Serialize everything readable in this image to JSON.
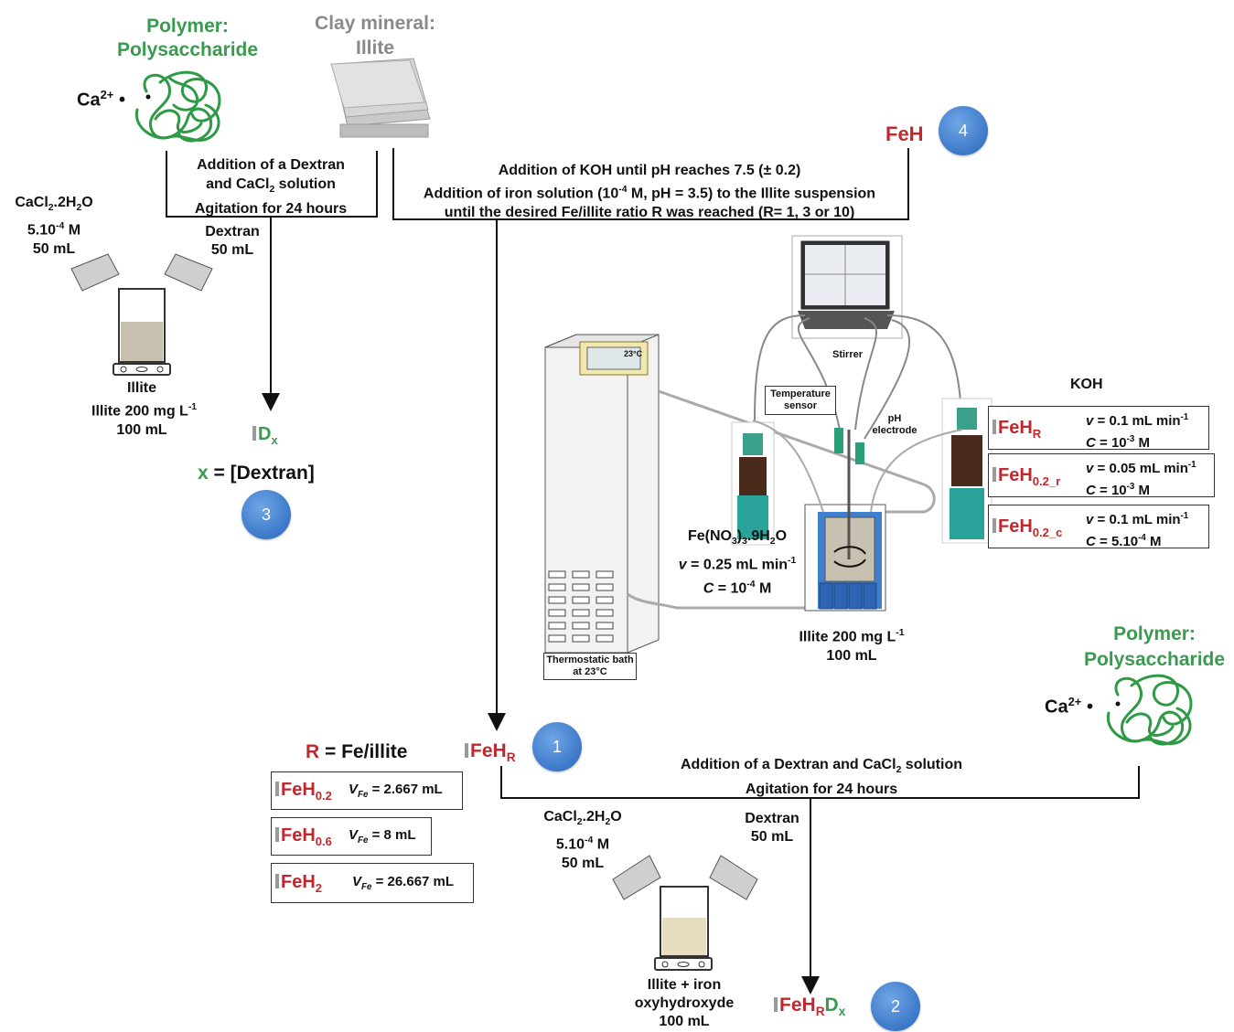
{
  "left": {
    "polymer_title": "Polymer:",
    "polymer_subtitle": "Polysaccharide",
    "ca_label": "Ca",
    "ca_charge": "2+",
    "clay_title": "Clay mineral:",
    "clay_subtitle": "Illite",
    "step_line1": "Addition of a Dextran",
    "step_line2a": "and CaCl",
    "step_line2_sub": "2",
    "step_line2b": " solution",
    "step_line3": "Agitation for 24 hours",
    "cacl_formula_a": "CaCl",
    "cacl_formula_sub1": "2",
    "cacl_formula_b": ".2H",
    "cacl_formula_sub2": "2",
    "cacl_formula_c": "O",
    "cacl_conc_a": "5.10",
    "cacl_conc_sup": "-4",
    "cacl_conc_b": " M",
    "cacl_vol": "50 mL",
    "dextran_label": "Dextran",
    "dextran_vol": "50 mL",
    "beaker_label": "Illite",
    "illite_conc_a": "Illite 200 mg L",
    "illite_conc_sup": "-1",
    "illite_vol": "100 mL",
    "product_a": "D",
    "product_sub": "x",
    "x_def_a": "x",
    "x_def_b": " = [Dextran]",
    "step_number": "3"
  },
  "top": {
    "feh_label": "FeH",
    "step_number": "4",
    "line1": "Addition of KOH until pH reaches 7.5 (± 0.2)",
    "line2a": "Addition of iron solution (10",
    "line2_sup": "-4",
    "line2b": " M, pH = 3.5)  to the Illite suspension",
    "line3": "until the desired Fe/illite ratio R was reached (R= 1, 3 or 10)"
  },
  "apparatus": {
    "stirrer": "Stirrer",
    "temp_sensor": "Temperature sensor",
    "ph_electrode": "pH electrode",
    "koh": "KOH",
    "bath_label": "Thermostatic bath at 23°C",
    "bath_display": "23°C",
    "fe_formula_a": "Fe(NO",
    "fe_formula_sub1": "3",
    "fe_formula_b": ")",
    "fe_formula_sub2": "3",
    "fe_formula_c": ".9H",
    "fe_formula_sub3": "2",
    "fe_formula_d": "O",
    "fe_rate_a": "v",
    "fe_rate_b": " = 0.25 mL min",
    "fe_rate_sup": "-1",
    "fe_conc_a": "C",
    "fe_conc_b": " = 10",
    "fe_conc_sup": "-4",
    "fe_conc_c": " M",
    "reactor_conc_a": "Illite 200 mg L",
    "reactor_conc_sup": "-1",
    "reactor_vol": "100 mL"
  },
  "koh_boxes": [
    {
      "name_a": "FeH",
      "name_sub": "R",
      "rate_a": "v",
      "rate_b": " = 0.1 mL min",
      "rate_sup": "-1",
      "conc_a": "C",
      "conc_b": " = 10",
      "conc_sup": "-3",
      "conc_c": " M"
    },
    {
      "name_a": "FeH",
      "name_sub": "0.2_r",
      "rate_a": "v",
      "rate_b": " = 0.05 mL min",
      "rate_sup": "-1",
      "conc_a": "C",
      "conc_b": " = 10",
      "conc_sup": "-3",
      "conc_c": " M"
    },
    {
      "name_a": "FeH",
      "name_sub": "0.2_c",
      "rate_a": "v",
      "rate_b": " = 0.1 mL min",
      "rate_sup": "-1",
      "conc_a": "C",
      "conc_b": " = 5.10",
      "conc_sup": "-4",
      "conc_c": " M"
    }
  ],
  "bottom": {
    "r_def_a": "R",
    "r_def_b": " = Fe/illite",
    "product1_a": "FeH",
    "product1_sub": "R",
    "step1": "1",
    "ratio_boxes": [
      {
        "name_a": "FeH",
        "name_sub": "0.2",
        "v_label": "V",
        "v_sub": "Fe",
        "v_val": " = 2.667 mL"
      },
      {
        "name_a": "FeH",
        "name_sub": "0.6",
        "v_label": "V",
        "v_sub": "Fe",
        "v_val": " = 8 mL"
      },
      {
        "name_a": "FeH",
        "name_sub": "2",
        "v_label": "V",
        "v_sub": "Fe",
        "v_val": " = 26.667 mL"
      }
    ],
    "step_line1a": "Addition of a Dextran and CaCl",
    "step_line1_sub": "2",
    "step_line1b": " solution",
    "step_line2": "Agitation for 24 hours",
    "polymer_title": "Polymer:",
    "polymer_subtitle": "Polysaccharide",
    "ca_label": "Ca",
    "ca_charge": "2+",
    "cacl_formula_a": "CaCl",
    "cacl_formula_sub1": "2",
    "cacl_formula_b": ".2H",
    "cacl_formula_sub2": "2",
    "cacl_formula_c": "O",
    "cacl_conc_a": "5.10",
    "cacl_conc_sup": "-4",
    "cacl_conc_b": " M",
    "cacl_vol": "50 mL",
    "dextran_label": "Dextran",
    "dextran_vol": "50 mL",
    "beaker_line1": "Illite + iron",
    "beaker_line2": "oxyhydroxyde",
    "beaker_vol": "100 mL",
    "product2_a": "FeH",
    "product2_sub": "R",
    "product2_b": "D",
    "product2_sub2": "x",
    "step2": "2"
  },
  "colors": {
    "green": "#3a9a4f",
    "red": "#c0282d",
    "grey": "#8a8a8a",
    "step_blue": "#3c78c8"
  }
}
